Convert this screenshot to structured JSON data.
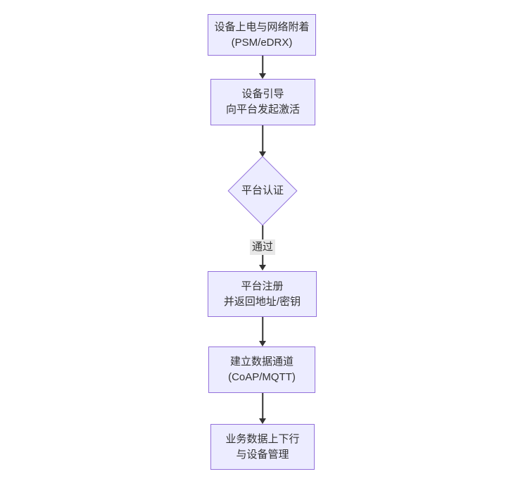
{
  "diagram": {
    "type": "flowchart",
    "direction": "top-down",
    "nodes": [
      {
        "id": "A",
        "shape": "rect",
        "lines": [
          "设备上电与网络附着",
          "(PSM/eDRX)"
        ]
      },
      {
        "id": "B",
        "shape": "rect",
        "lines": [
          "设备引导",
          "向平台发起激活"
        ]
      },
      {
        "id": "C",
        "shape": "diamond",
        "lines": [
          "平台认证"
        ]
      },
      {
        "id": "D",
        "shape": "rect",
        "lines": [
          "平台注册",
          "并返回地址/密钥"
        ]
      },
      {
        "id": "E",
        "shape": "rect",
        "lines": [
          "建立数据通道",
          "(CoAP/MQTT)"
        ]
      },
      {
        "id": "F",
        "shape": "rect",
        "lines": [
          "业务数据上下行",
          "与设备管理"
        ]
      }
    ],
    "edges": [
      {
        "from": "A",
        "to": "B",
        "label": ""
      },
      {
        "from": "B",
        "to": "C",
        "label": ""
      },
      {
        "from": "C",
        "to": "D",
        "label": "通过"
      },
      {
        "from": "D",
        "to": "E",
        "label": ""
      },
      {
        "from": "E",
        "to": "F",
        "label": ""
      }
    ],
    "colors": {
      "node_fill": "#ECECFF",
      "node_border": "#9370DB",
      "text": "#333333",
      "arrow": "#333333",
      "edge_label_bg": "#e8e8e8"
    }
  }
}
